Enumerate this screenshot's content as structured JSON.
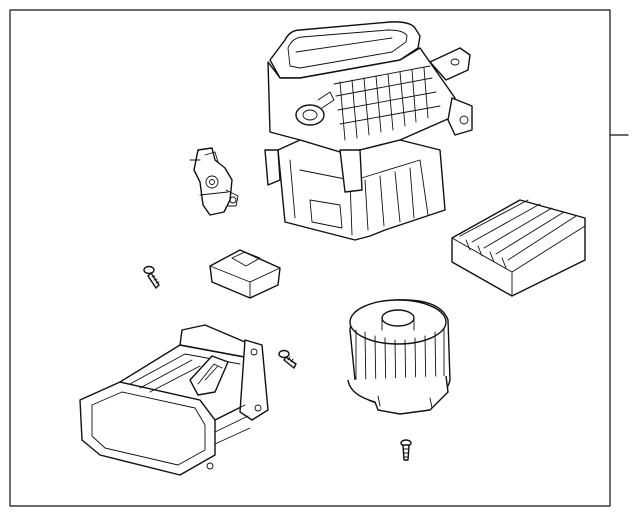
{
  "diagram": {
    "parts": [
      {
        "id": "blower-housing",
        "icon": "hvac-blower-case-icon"
      },
      {
        "id": "actuator",
        "icon": "mode-actuator-icon"
      },
      {
        "id": "cabin-filter",
        "icon": "cabin-air-filter-icon"
      },
      {
        "id": "resistor",
        "icon": "blower-resistor-icon"
      },
      {
        "id": "blower-motor",
        "icon": "blower-motor-fan-icon"
      },
      {
        "id": "inlet-duct",
        "icon": "air-inlet-duct-icon"
      },
      {
        "id": "screw-left",
        "icon": "screw-icon"
      },
      {
        "id": "screw-middle",
        "icon": "screw-icon"
      },
      {
        "id": "screw-bottom",
        "icon": "screw-icon"
      }
    ],
    "colors": {
      "line": "#111111",
      "background": "#ffffff"
    }
  }
}
